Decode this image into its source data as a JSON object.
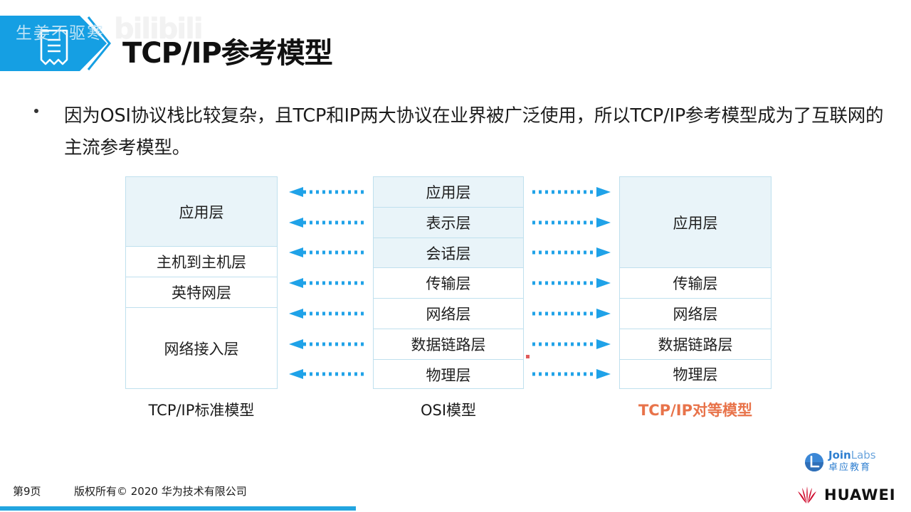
{
  "header": {
    "title": "TCP/IP参考模型",
    "watermark_text": "生姜不驱寒",
    "watermark_logo": "bilibili",
    "banner_color": "#159fe3",
    "doc_icon": "receipt-document-icon"
  },
  "body": {
    "bullet": "因为OSI协议栈比较复杂，且TCP和IP两大协议在业界被广泛使用，所以TCP/IP参考模型成为了互联网的主流参考模型。"
  },
  "diagram": {
    "arrow_color": "#1fa2e8",
    "fill_color": "#e9f4f9",
    "border_color": "#bfe0ee",
    "columns": [
      {
        "id": "tcpip-standard",
        "caption": "TCP/IP标准模型",
        "caption_color": "#1b1b1b",
        "layers": [
          {
            "label": "应用层",
            "filled": true,
            "height": 98
          },
          {
            "label": "主机到主机层",
            "filled": false,
            "height": 43
          },
          {
            "label": "英特网层",
            "filled": false,
            "height": 43
          },
          {
            "label": "网络接入层",
            "filled": false,
            "height": 113
          }
        ]
      },
      {
        "id": "osi",
        "caption": "OSI模型",
        "caption_color": "#1b1b1b",
        "layers": [
          {
            "label": "应用层",
            "filled": true,
            "height": 43
          },
          {
            "label": "表示层",
            "filled": true,
            "height": 43
          },
          {
            "label": "会话层",
            "filled": true,
            "height": 42
          },
          {
            "label": "传输层",
            "filled": false,
            "height": 43
          },
          {
            "label": "网络层",
            "filled": false,
            "height": 43
          },
          {
            "label": "数据链路层",
            "filled": false,
            "height": 43
          },
          {
            "label": "物理层",
            "filled": false,
            "height": 41
          }
        ]
      },
      {
        "id": "tcpip-peer",
        "caption": "TCP/IP对等模型",
        "caption_color": "#e8734a",
        "layers": [
          {
            "label": "应用层",
            "filled": true,
            "height": 128
          },
          {
            "label": "传输层",
            "filled": false,
            "height": 43
          },
          {
            "label": "网络层",
            "filled": false,
            "height": 43
          },
          {
            "label": "数据链路层",
            "filled": false,
            "height": 43
          },
          {
            "label": "物理层",
            "filled": false,
            "height": 40
          }
        ]
      }
    ],
    "left_arrows_count": 7,
    "right_arrows_count": 7,
    "left_arrow_direction": "left",
    "right_arrow_direction": "right"
  },
  "footer": {
    "page_label": "第9页",
    "copyright": "版权所有© 2020 华为技术有限公司",
    "progress_color": "#23a5e0",
    "joinlabs": {
      "name_main": "Join",
      "name_light": "Labs",
      "name_cn": "卓应教育",
      "color": "#2f7fd0"
    },
    "huawei": {
      "wordmark": "HUAWEI",
      "color": "#cf0a2c"
    }
  }
}
